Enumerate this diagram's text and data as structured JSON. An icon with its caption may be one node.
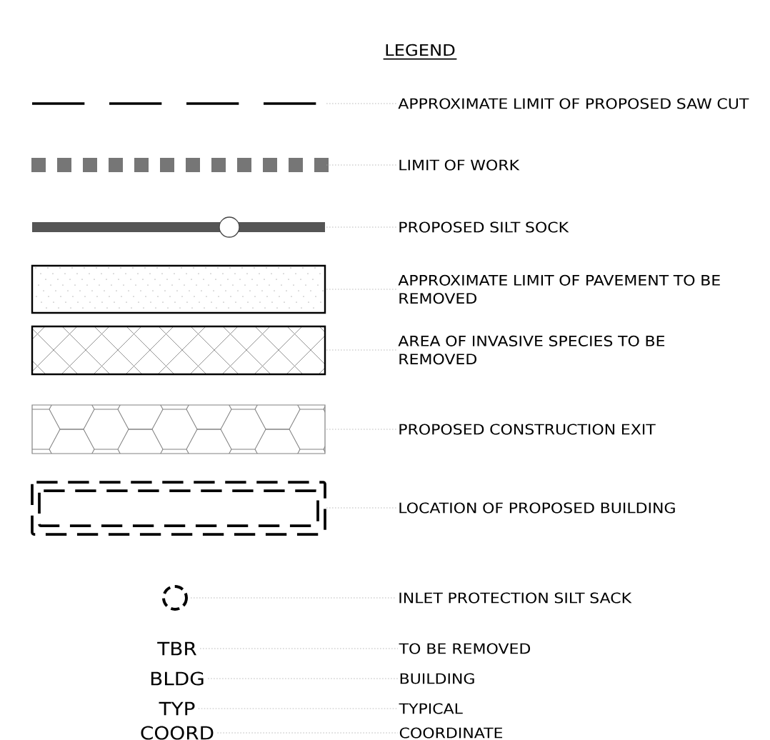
{
  "diagram": {
    "title": "LEGEND",
    "legend": [
      {
        "text": "APPROXIMATE LIMIT OF PROPOSED SAW CUT"
      },
      {
        "text": "LIMIT OF WORK"
      },
      {
        "text": "PROPOSED SILT SOCK"
      },
      {
        "text": "APPROXIMATE LIMIT OF PAVEMENT TO BE REMOVED"
      },
      {
        "text": "AREA OF INVASIVE SPECIES TO BE REMOVED"
      },
      {
        "text": "PROPOSED CONSTRUCTION EXIT"
      },
      {
        "text": "LOCATION OF PROPOSED BUILDING"
      },
      {
        "text": "INLET PROTECTION SILT SACK"
      }
    ],
    "nodes": [
      {
        "text": [
          "TBR"
        ]
      },
      {
        "text": [
          "TO BE REMOVED"
        ]
      },
      {
        "text": [
          "BLDG"
        ]
      },
      {
        "text": [
          "BUILDING"
        ]
      },
      {
        "text": [
          "TYP"
        ]
      },
      {
        "text": [
          "TYPICAL"
        ]
      },
      {
        "text": [
          "COORD"
        ]
      },
      {
        "text": [
          "COORDINATE"
        ]
      }
    ],
    "edges": [
      {
        "from": 0,
        "to": 1,
        "arrow": "none"
      },
      {
        "from": 2,
        "to": 3,
        "arrow": "none"
      },
      {
        "from": 4,
        "to": 5,
        "arrow": "none"
      },
      {
        "from": 6,
        "to": 7,
        "arrow": "none"
      }
    ]
  }
}
